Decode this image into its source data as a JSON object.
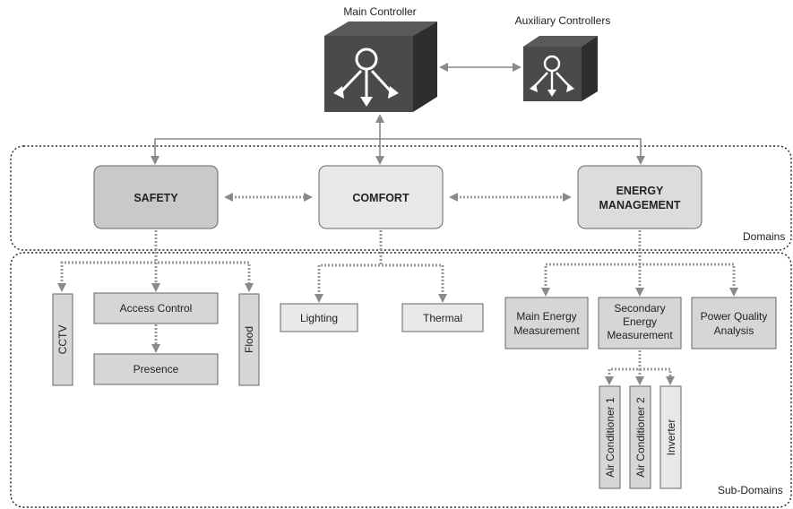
{
  "controllers": {
    "main": "Main Controller",
    "auxiliary": "Auxiliary Controllers"
  },
  "groups": {
    "domains": "Domains",
    "sub_domains": "Sub-Domains"
  },
  "domains": {
    "safety": "SAFETY",
    "comfort": "COMFORT",
    "energy_line1": "ENERGY",
    "energy_line2": "MANAGEMENT"
  },
  "safety_sub": {
    "cctv": "CCTV",
    "access_control": "Access Control",
    "presence": "Presence",
    "flood": "Flood"
  },
  "comfort_sub": {
    "lighting": "Lighting",
    "thermal": "Thermal"
  },
  "energy_sub": {
    "main_line1": "Main Energy",
    "main_line2": "Measurement",
    "secondary_line1": "Secondary",
    "secondary_line2": "Energy",
    "secondary_line3": "Measurement",
    "pq_line1": "Power Quality",
    "pq_line2": "Analysis"
  },
  "secondary_sub": {
    "ac1": "Air Conditioner 1",
    "ac2": "Air Conditioner 2",
    "inverter": "Inverter"
  },
  "colors": {
    "cube_front": "#4a4a4a",
    "cube_top": "#5a5a5a",
    "cube_side": "#2e2e2e",
    "safety_fill": "#c9c9c9",
    "comfort_fill": "#e8e8e8",
    "energy_fill": "#dcdcdc",
    "sub_fill": "#d6d6d6",
    "light_sub_fill": "#e8e8e8"
  }
}
